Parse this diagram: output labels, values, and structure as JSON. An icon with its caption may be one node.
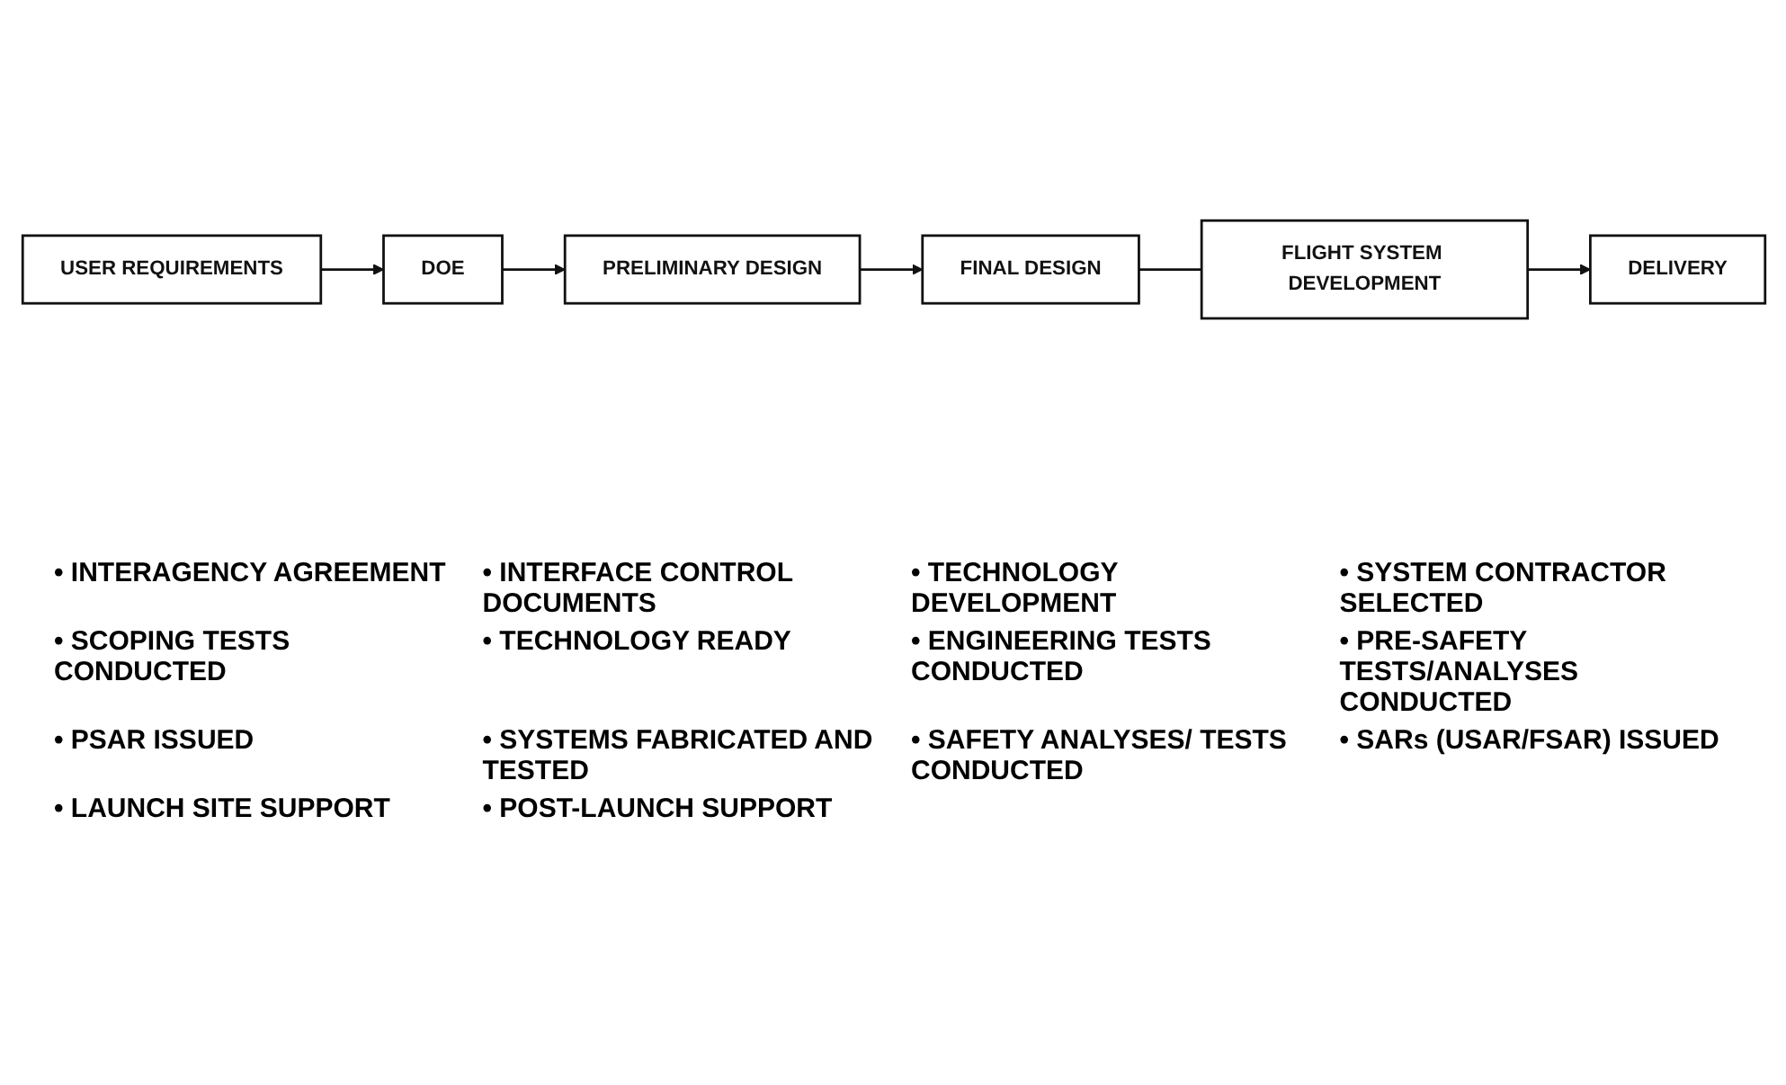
{
  "diagram": {
    "nodes": [
      {
        "text": [
          "USER REQUIREMENTS"
        ]
      },
      {
        "text": [
          "DOE"
        ]
      },
      {
        "text": [
          "PRELIMINARY DESIGN"
        ]
      },
      {
        "text": [
          "FINAL DESIGN"
        ]
      },
      {
        "text": [
          "FLIGHT SYSTEM DEVELOPMENT"
        ]
      },
      {
        "text": [
          "DELIVERY"
        ]
      }
    ],
    "edges": [
      {
        "from": 0,
        "to": 1,
        "arrow": "to"
      },
      {
        "from": 1,
        "to": 2,
        "arrow": "to"
      },
      {
        "from": 2,
        "to": 3,
        "arrow": "to"
      },
      {
        "from": 3,
        "to": 4,
        "arrow": "none"
      },
      {
        "from": 4,
        "to": 5,
        "arrow": "to"
      }
    ],
    "labels": [
      "• INTERAGENCY AGREEMENT",
      "• INTERFACE CONTROL DOCUMENTS",
      "• TECHNOLOGY DEVELOPMENT",
      "• SYSTEM CONTRACTOR SELECTED",
      "• SCOPING TESTS CONDUCTED",
      "• TECHNOLOGY READY",
      "• ENGINEERING TESTS CONDUCTED",
      "• PRE-SAFETY TESTS/ANALYSES CONDUCTED",
      "• PSAR ISSUED",
      "• SYSTEMS FABRICATED AND TESTED",
      "• SAFETY ANALYSES/ TESTS CONDUCTED",
      "• SARs (USAR/FSAR) ISSUED",
      "• LAUNCH SITE SUPPORT",
      "• POST-LAUNCH SUPPORT"
    ]
  }
}
